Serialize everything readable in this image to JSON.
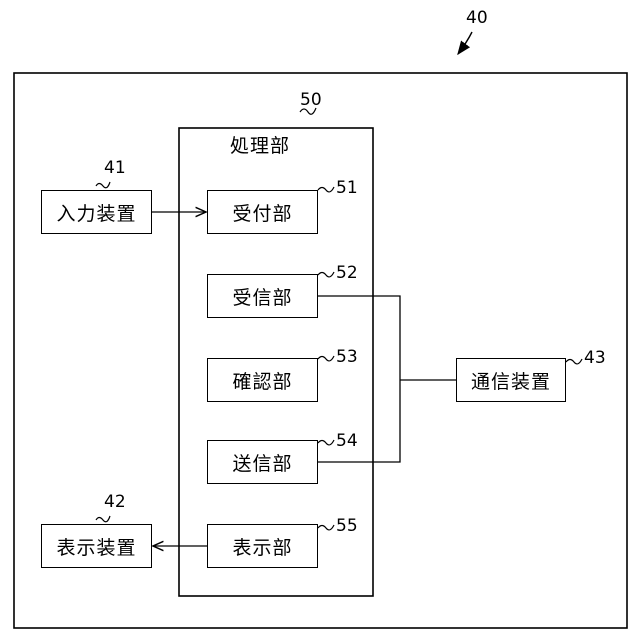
{
  "system": {
    "ref": "40"
  },
  "processing_unit": {
    "ref": "50",
    "label": "処理部"
  },
  "units": {
    "receiving": {
      "label": "受付部",
      "ref": "51"
    },
    "reception": {
      "label": "受信部",
      "ref": "52"
    },
    "confirmation": {
      "label": "確認部",
      "ref": "53"
    },
    "transmission": {
      "label": "送信部",
      "ref": "54"
    },
    "display": {
      "label": "表示部",
      "ref": "55"
    }
  },
  "devices": {
    "input": {
      "label": "入力装置",
      "ref": "41"
    },
    "display": {
      "label": "表示装置",
      "ref": "42"
    },
    "communication": {
      "label": "通信装置",
      "ref": "43"
    }
  }
}
